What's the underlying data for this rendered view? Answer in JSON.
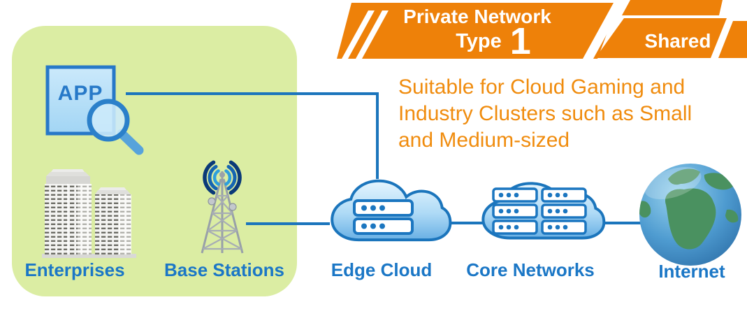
{
  "banner": {
    "title_line1": "Private Network",
    "title_line2_label": "Type",
    "title_line2_number": "1",
    "tag": "Shared"
  },
  "description": {
    "line1": "Suitable for Cloud Gaming and",
    "line2": "Industry Clusters such as Small",
    "line3": "and Medium-sized"
  },
  "app_icon": {
    "label": "APP"
  },
  "labels": {
    "enterprises": "Enterprises",
    "base_stations": "Base Stations",
    "edge_cloud": "Edge Cloud",
    "core_networks": "Core Networks",
    "internet": "Internet"
  },
  "icons": {
    "app": "app-window-icon",
    "magnifier": "magnifier-icon",
    "enterprises": "office-buildings-icon",
    "base_station": "radio-tower-icon",
    "wifi": "wifi-signal-icon",
    "edge_cloud": "cloud-servers-icon",
    "core_networks": "cloud-server-rack-icon",
    "internet": "globe-icon"
  },
  "colors": {
    "banner_orange": "#EE8109",
    "description_orange": "#F08C0E",
    "label_blue": "#1B77C6",
    "line_blue": "#1B75BC",
    "zone_green": "#DBEDA3"
  }
}
